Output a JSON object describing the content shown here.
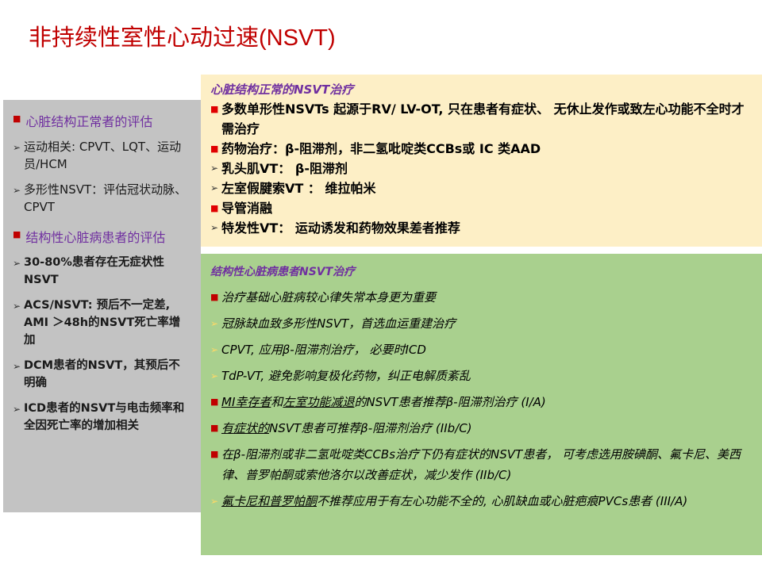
{
  "title": {
    "cn": "非持续性室性心动过速",
    "en": "(NSVT)"
  },
  "left_panel": {
    "section1_heading": "心脏结构正常者的评估",
    "section1_items": [
      "运动相关: CPVT、LQT、运动员/HCM",
      "多形性NSVT：评估冠状动脉、CPVT"
    ],
    "section2_heading": "结构性心脏病患者的评估",
    "section2_items": [
      "30-80%患者存在无症状性NSVT",
      "ACS/NSVT: 预后不一定差, AMI ＞48h的NSVT死亡率增加",
      "DCM患者的NSVT，其预后不明确",
      "ICD患者的NSVT与电击频率和全因死亡率的增加相关"
    ]
  },
  "top_panel": {
    "heading": "心脏结构正常的NSVT治疗",
    "lines": [
      {
        "marker": "■",
        "text": "多数单形性NSVTs 起源于RV/ LV-OT, 只在患者有症状、 无休止发作或致左心功能不全时才需治疗"
      },
      {
        "marker": "■",
        "text": "药物治疗：β-阻滞剂，非二氢吡啶类CCBs或 IC 类AAD"
      },
      {
        "marker": "➢",
        "text": "乳头肌VT： β-阻滞剂"
      },
      {
        "marker": "➢",
        "text": "左室假腱索VT ： 维拉帕米"
      },
      {
        "marker": "■",
        "text": "导管消融"
      },
      {
        "marker": "➢",
        "text": "特发性VT： 运动诱发和药物效果差者推荐"
      }
    ]
  },
  "bottom_panel": {
    "heading": "结构性心脏病患者NSVT治疗",
    "lines": [
      {
        "marker": "■",
        "text": "治疗基础心脏病较心律失常本身更为重要"
      },
      {
        "marker": "➢",
        "text": "冠脉缺血致多形性NSVT，首选血运重建治疗"
      },
      {
        "marker": "➢",
        "text": "CPVT, 应用β-阻滞剂治疗， 必要时ICD"
      },
      {
        "marker": "➢",
        "text": "TdP-VT, 避免影响复极化药物，纠正电解质紊乱"
      },
      {
        "marker": "■",
        "text_u": "MI幸存者",
        "text_mid": "和",
        "text_u2": "左室功能减退",
        "text_end": "的NSVT患者推荐β-阻滞剂治疗 (I/A)"
      },
      {
        "marker": "■",
        "text_u": "有症状的",
        "text_end": "NSVT患者可推荐β-阻滞剂治疗 (IIb/C)"
      },
      {
        "marker": "■",
        "text": "在β-阻滞剂或非二氢吡啶类CCBs治疗下仍有症状的NSVT患者， 可考虑选用胺碘酮、氟卡尼、美西律、普罗帕酮或索他洛尔以改善症状，减少发作 (IIb/C)"
      },
      {
        "marker": "➢",
        "text_u": "氟卡尼和普罗帕酮",
        "text_end": "不推荐应用于有左心功能不全的, 心肌缺血或心脏疤痕PVCs患者 (III/A)"
      }
    ]
  }
}
